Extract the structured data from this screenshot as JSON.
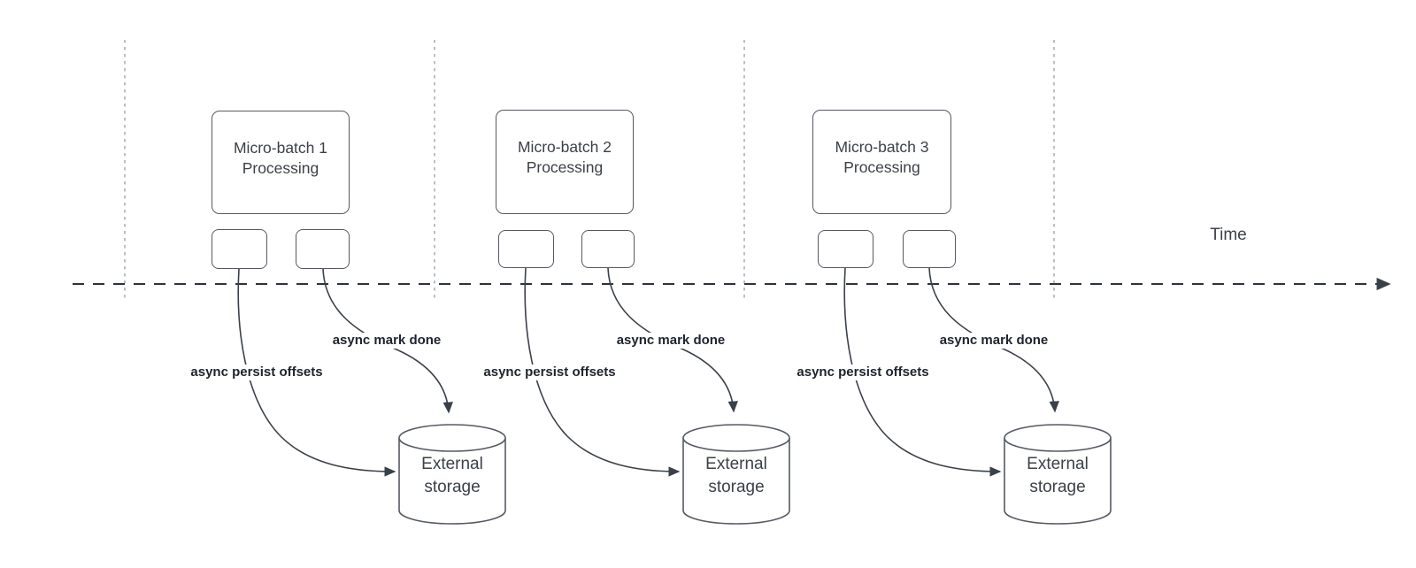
{
  "diagram": {
    "time_axis_label": "Time",
    "batches": [
      {
        "box_title": "Micro-batch 1",
        "box_subtitle": "Processing",
        "persist_label": "async persist offsets",
        "mark_done_label": "async mark done",
        "storage_label": "External storage"
      },
      {
        "box_title": "Micro-batch 2",
        "box_subtitle": "Processing",
        "persist_label": "async persist offsets",
        "mark_done_label": "async mark done",
        "storage_label": "External storage"
      },
      {
        "box_title": "Micro-batch 3",
        "box_subtitle": "Processing",
        "persist_label": "async persist offsets",
        "mark_done_label": "async mark done",
        "storage_label": "External storage"
      }
    ],
    "colors": {
      "shape_border": "#545a63",
      "shape_text": "#3c4148",
      "annotation_text": "#1d2330",
      "arrow_stroke": "#3a404a",
      "guide_line": "#a6abb0",
      "axis_line": "#2d333c",
      "background": "#ffffff"
    }
  }
}
